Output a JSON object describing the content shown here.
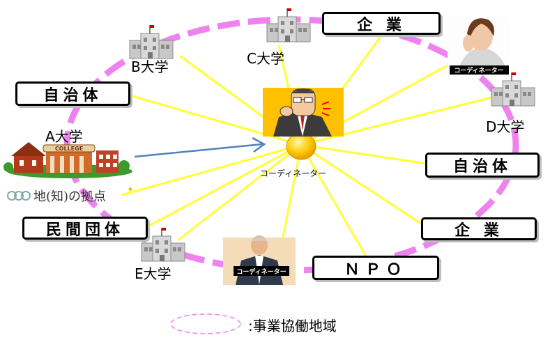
{
  "nodes": {
    "univ_a": "A大学",
    "univ_b": "B大学",
    "univ_c": "C大学",
    "univ_d": "D大学",
    "univ_e": "E大学",
    "jichitai_left": "自治体",
    "jichitai_right": "自治体",
    "kigyo_top": "企 業",
    "kigyo_right": "企 業",
    "minkan": "民間団体",
    "npo": "ＮＰＯ",
    "center_coordinator": "コーディネーター",
    "photo_coordinator_1": "コーディネーター",
    "photo_coordinator_2": "コーディネーター",
    "college_sign": "COLLEGE",
    "logo_text": "地(知)の拠点"
  },
  "legend": {
    "text": ":事業協働地域"
  },
  "colors": {
    "ring": "#ee82ee",
    "spoke": "#ffff33",
    "hub": "#f5b800",
    "arrow": "#4f81bd"
  }
}
